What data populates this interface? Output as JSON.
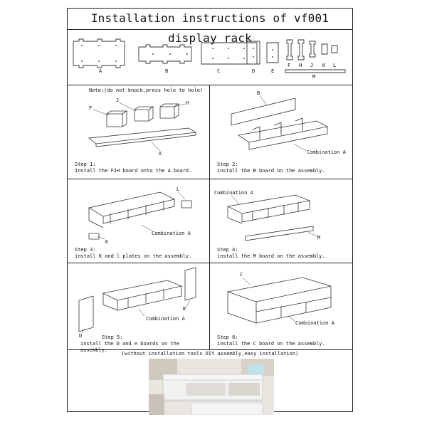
{
  "title": "Installation instructions of vf001 display rack",
  "parts": {
    "labels": [
      "A",
      "B",
      "C",
      "D",
      "E",
      "F",
      "H",
      "J",
      "K",
      "L",
      "M"
    ]
  },
  "note": "Note:(do not knock,press hole to hole)",
  "steps": [
    {
      "heading": "Step 1:",
      "text": "Install the FJH board onto the A board.",
      "callouts": [
        "F",
        "J",
        "H",
        "A"
      ]
    },
    {
      "heading": "Step 2:",
      "text": "install the B board on the assembly.",
      "callouts": [
        "B",
        "Combination A"
      ]
    },
    {
      "heading": "Step 3:",
      "text": "install K and l plates on the assembly.",
      "callouts": [
        "L",
        "K",
        "Combination A"
      ]
    },
    {
      "heading": "Step 4:",
      "text": "install the M board on the assembly.",
      "callouts": [
        "Combination A",
        "M"
      ]
    },
    {
      "heading": "Step 5:",
      "text": "install the D and e boards on the assembly.",
      "callouts": [
        "D",
        "E",
        "Combination A"
      ]
    },
    {
      "heading": "Step 6:",
      "text": "install the C board on the assembly.",
      "callouts": [
        "C",
        "Combination A"
      ]
    }
  ],
  "footer": {
    "caption": "(without installation tools DIY assembly,easy installation)"
  }
}
